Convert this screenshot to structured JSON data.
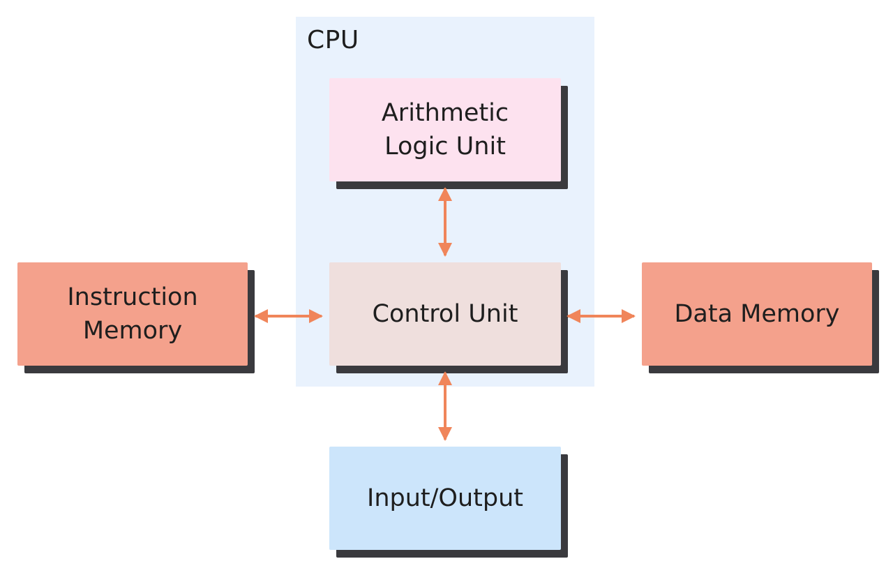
{
  "diagram": {
    "cpu_label": "CPU",
    "blocks": {
      "alu": "Arithmetic\nLogic Unit",
      "control_unit": "Control Unit",
      "instruction_memory": "Instruction\nMemory",
      "data_memory": "Data Memory",
      "io": "Input/Output"
    }
  },
  "colors": {
    "cpu_region": "#e9f2fd",
    "alu": "#fde2ef",
    "control_unit": "#efdfdd",
    "memory": "#f4a18c",
    "io": "#cce5fb",
    "shadow": "#3a3a3e",
    "arrow": "#f0855a"
  },
  "connections": [
    {
      "from": "alu",
      "to": "control_unit",
      "direction": "bidirectional"
    },
    {
      "from": "instruction_memory",
      "to": "control_unit",
      "direction": "bidirectional"
    },
    {
      "from": "control_unit",
      "to": "data_memory",
      "direction": "bidirectional"
    },
    {
      "from": "control_unit",
      "to": "io",
      "direction": "bidirectional"
    }
  ]
}
